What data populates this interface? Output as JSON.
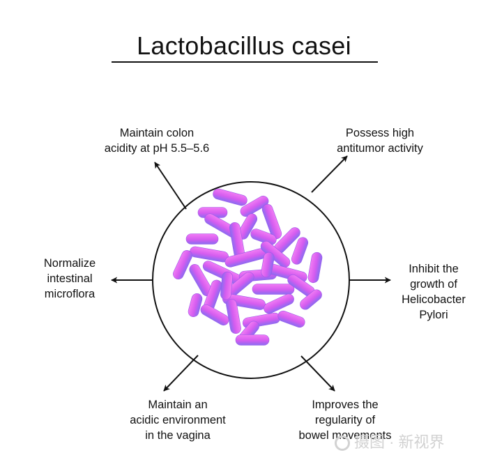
{
  "title": "Lactobacillus casei",
  "center": {
    "icon": "rod-shaped-bacteria-cluster-icon",
    "bacteria_color": "#d85bf0"
  },
  "labels": {
    "top_left": "Maintain colon\nacidity at pH 5.5–5.6",
    "top_right": "Possess high\nantitumor activity",
    "left": "Normalize\nintestinal\nmicroflora",
    "right": "Inhibit the\ngrowth of\nHelicobacter\nPylori",
    "bottom_left": "Maintain an\nacidic environment\nin the vagina",
    "bottom_right": "Improves the\nregularity of\nbowel movements"
  },
  "watermark": {
    "text": "摄图 · 新视界"
  }
}
